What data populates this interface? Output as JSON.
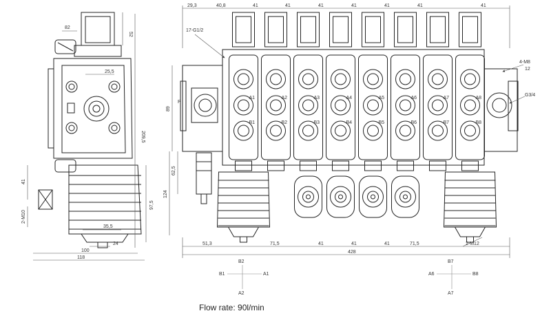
{
  "caption": "Flow rate: 90l/min",
  "side_view": {
    "dims": [
      "82",
      "52",
      "25,5",
      "209,5",
      "41",
      "2-M10",
      "97,5",
      "35,5",
      "24",
      "100",
      "118"
    ]
  },
  "front_view": {
    "top_dims": [
      "29,3",
      "40,8",
      "41",
      "41",
      "41",
      "41",
      "41",
      "41",
      "41"
    ],
    "left_dims": [
      "89",
      "62,5",
      "124"
    ],
    "bottom_dims": [
      "51,3",
      "71,5",
      "41",
      "41",
      "41",
      "71,5",
      "428",
      "2-M12"
    ],
    "callouts": [
      "17-G1/2",
      "P",
      "4-M8",
      "12",
      "G3/4"
    ],
    "ports_a": [
      "A1",
      "A2",
      "A3",
      "A4",
      "A5",
      "A6",
      "A7",
      "A8"
    ],
    "ports_b": [
      "B1",
      "B2",
      "B3",
      "B4",
      "B5",
      "B6",
      "B7",
      "B8"
    ]
  },
  "schematic": {
    "left": {
      "top": "B2",
      "left": "B1",
      "right": "A1",
      "bottom": "A2"
    },
    "right": {
      "top": "B7",
      "left": "A6",
      "right": "B8",
      "bottom": "A7"
    }
  }
}
